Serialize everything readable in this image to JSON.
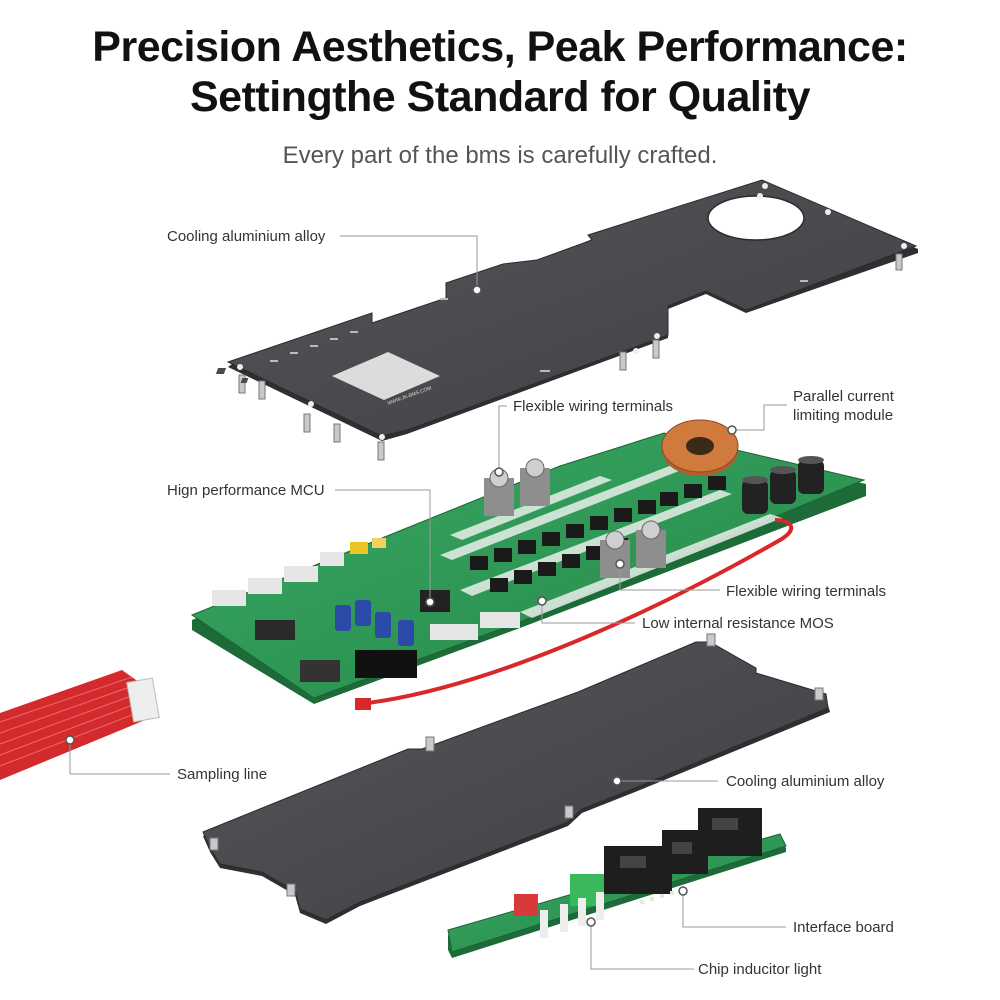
{
  "header": {
    "title_line1": "Precision Aesthetics, Peak Performance:",
    "title_line2": "Settingthe Standard for Quality",
    "subtitle": "Every part of the bms is carefully crafted."
  },
  "board_print": {
    "url": "WWW.JK-BMS.COM"
  },
  "callouts": {
    "top_cooling": "Cooling aluminium alloy",
    "wiring_top": "Flexible wiring terminals",
    "parallel_line1": "Parallel current",
    "parallel_line2": "limiting module",
    "mcu": "Hign performance MCU",
    "wiring_mid": "Flexible wiring terminals",
    "mos": "Low internal resistance MOS",
    "sampling": "Sampling line",
    "bottom_cooling": "Cooling aluminium alloy",
    "interface": "Interface board",
    "chip_light": "Chip inducitor light"
  },
  "colors": {
    "plate": "#4a4b4e",
    "plate_edge": "#2e2f31",
    "pcb": "#2f9a55",
    "pcb_dark": "#1f6e3a",
    "copper": "#c06b36",
    "cable_red": "#d8282a"
  }
}
